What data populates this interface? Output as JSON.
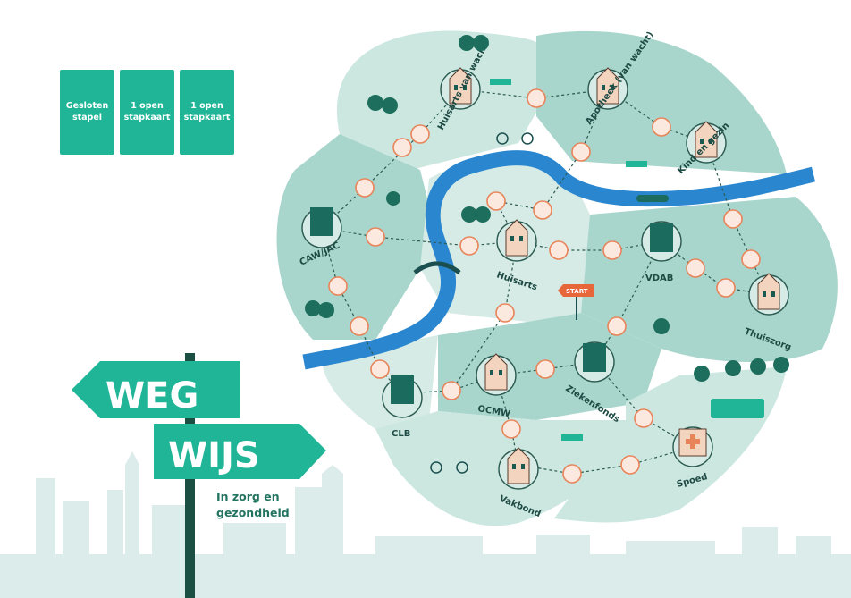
{
  "cards": [
    {
      "line1": "Gesloten",
      "line2": "stapel"
    },
    {
      "line1": "1 open",
      "line2": "stapkaart"
    },
    {
      "line1": "1 open",
      "line2": "stapkaart"
    }
  ],
  "signpost": {
    "word1": "WEG",
    "word2": "WIJS",
    "subtitle_line1": "In zorg en",
    "subtitle_line2": "gezondheid"
  },
  "start_label": "START",
  "places": {
    "huisarts_van_wacht": "Huisarts van wacht",
    "apotheek": "Apotheek (van wacht)",
    "kind_en_gezin": "Kind en gezin",
    "caw_jac": "CAW/JAC",
    "huisarts": "Huisarts",
    "vdab": "VDAB",
    "thuiszorg": "Thuiszorg",
    "clb": "CLB",
    "ocmw": "OCMW",
    "ziekenfonds": "Ziekenfonds",
    "vakbond": "Vakbond",
    "spoed": "Spoed"
  },
  "colors": {
    "accent": "#1fb596",
    "river": "#2a86cf",
    "land_light": "#d6ebe6",
    "land_mid": "#a9d6cc",
    "step_ring": "#e8845a",
    "skyline": "#dcecea"
  },
  "icons": [
    "house-icon",
    "office-building-icon",
    "hospital-icon",
    "tree-icon",
    "bench-icon",
    "bicycle-icon",
    "tram-icon",
    "boat-icon",
    "bridge-icon",
    "signpost-icon"
  ]
}
